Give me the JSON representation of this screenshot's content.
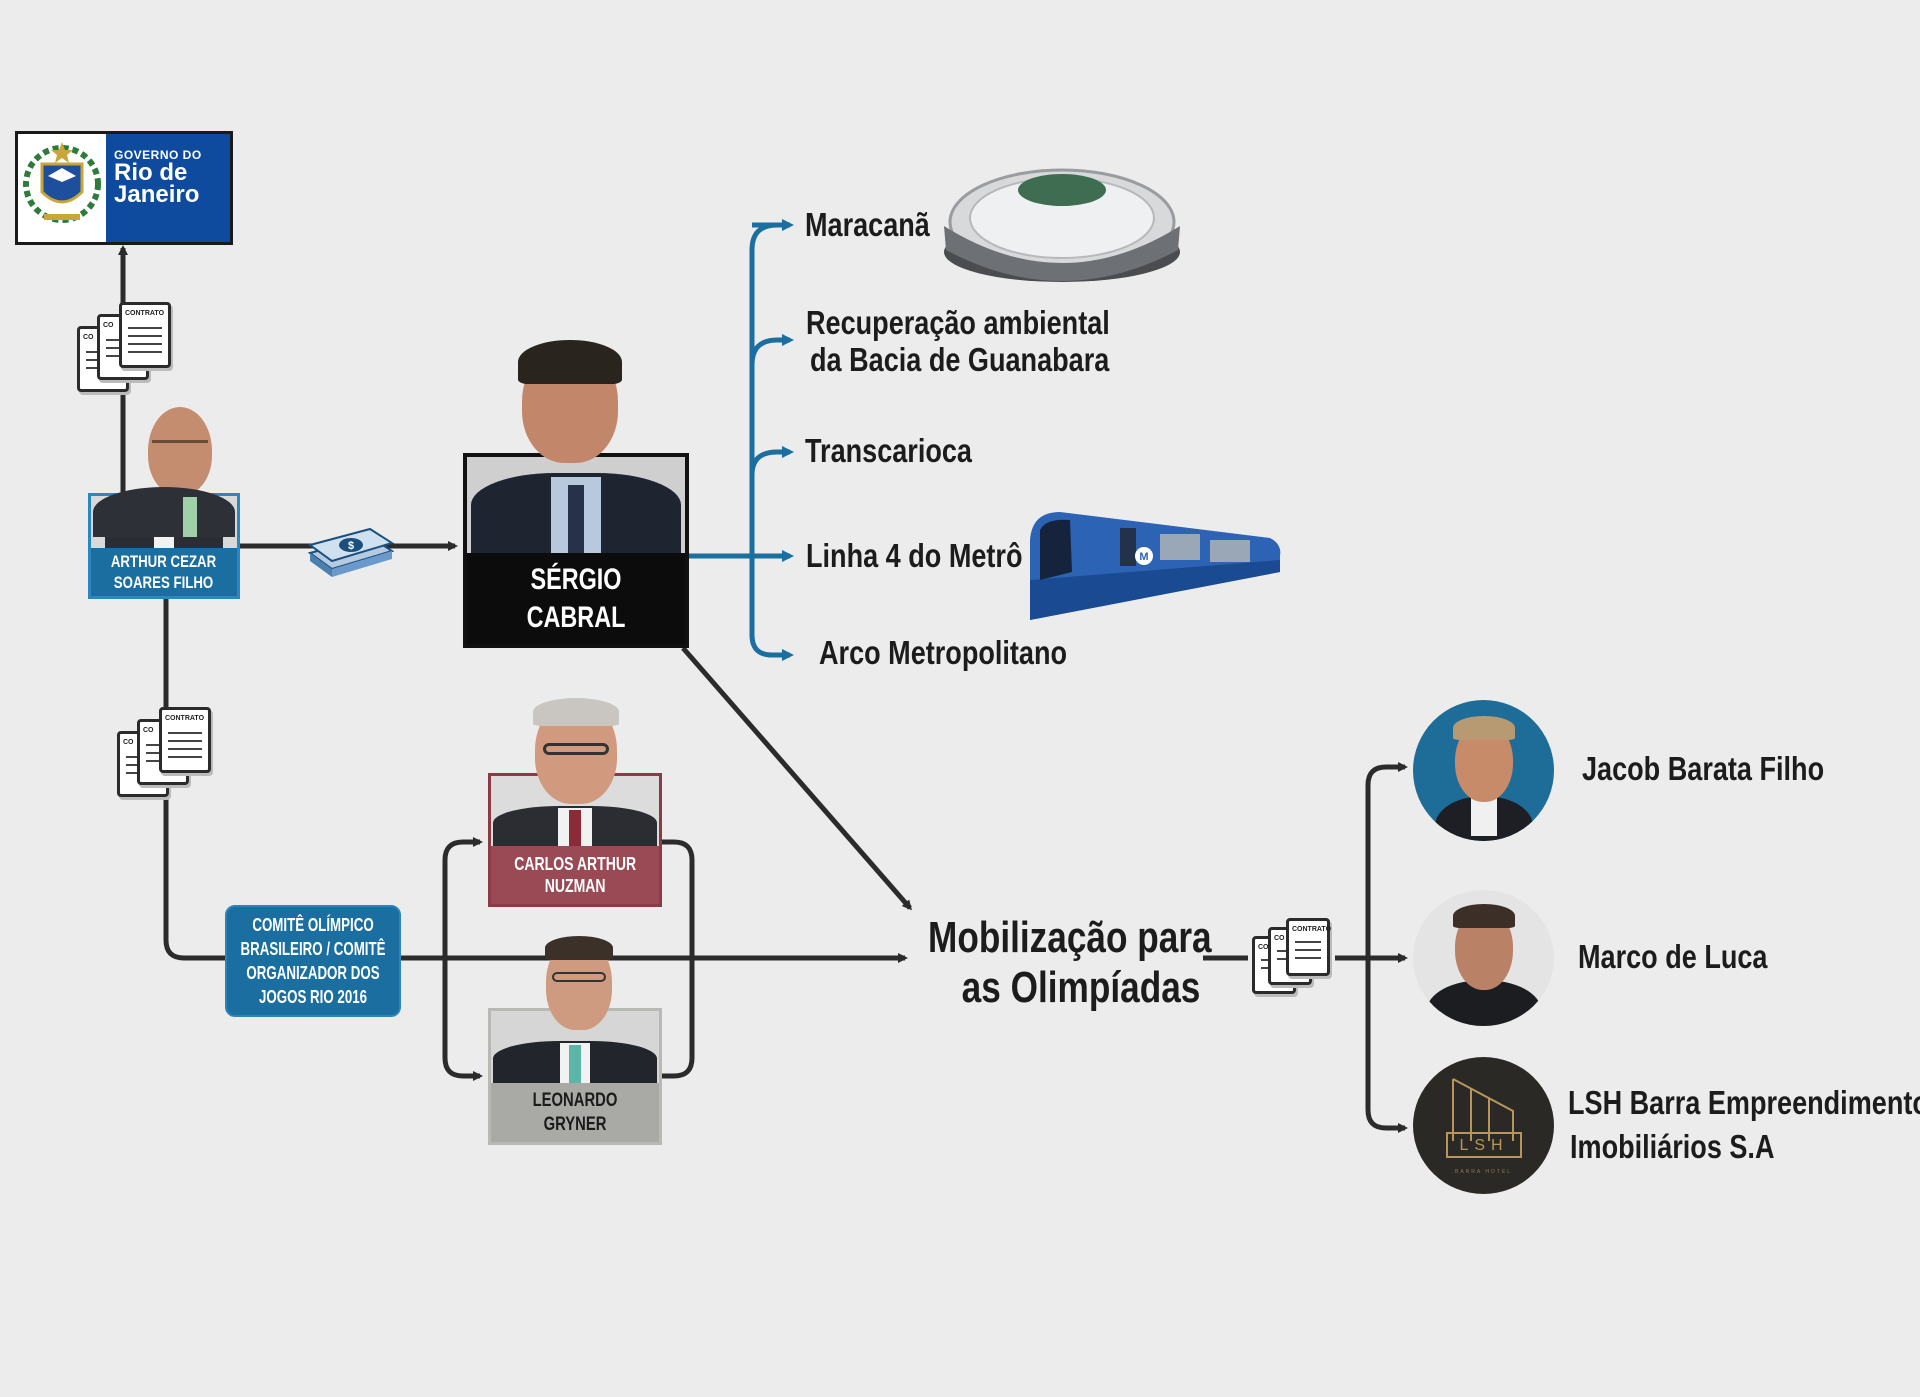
{
  "government": {
    "line1": "GOVERNO DO",
    "line2": "Rio de",
    "line3": "Janeiro"
  },
  "people": {
    "arthur": [
      "ARTHUR CEZAR",
      "SOARES FILHO"
    ],
    "cabral": "SÉRGIO CABRAL",
    "nuzman": [
      "CARLOS ARTHUR",
      "NUZMAN"
    ],
    "gryner": "LEONARDO GRYNER"
  },
  "committee": [
    "COMITÊ OLÍMPICO",
    "BRASILEIRO / COMITÊ",
    "ORGANIZADOR DOS",
    "JOGOS RIO 2016"
  ],
  "projects": [
    "Maracanã",
    "Recuperação ambiental",
    "da Bacia de Guanabara",
    "Transcarioca",
    "Linha 4 do Metrô",
    "Arco Metropolitano"
  ],
  "hub": [
    "Mobilização para",
    "as Olimpíadas"
  ],
  "targets": {
    "jacob": "Jacob Barata Filho",
    "marco": "Marco de Luca",
    "lsh": [
      "LSH Barra Empreendimentos",
      "Imobiliários S.A"
    ]
  },
  "contract_caption": "CONTRATO",
  "contract_short": "CO",
  "lsh_logo": {
    "mark": "LSH",
    "sub": "BARRA HOTEL"
  },
  "metro_logo": "M",
  "colors": {
    "link_blue": "#1b6fa0",
    "arrow": "#2b2b2b",
    "background": "#ececec"
  }
}
